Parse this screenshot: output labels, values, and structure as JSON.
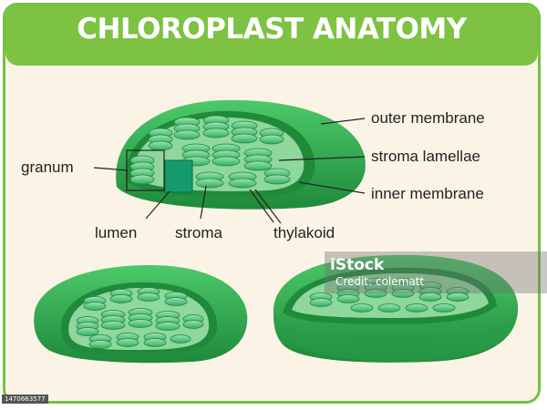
{
  "title": "CHLOROPLAST ANATOMY",
  "labels": {
    "outer_membrane": "outer membrane",
    "stroma_lamellae": "stroma lamellae",
    "inner_membrane": "inner membrane",
    "granum": "granum",
    "lumen": "lumen",
    "stroma": "stroma",
    "thylakoid": "thylakoid"
  },
  "watermark": {
    "brand": "iStock",
    "credit": "Credit: colematt",
    "stock_id": "1470663577"
  },
  "colors": {
    "title_bar": "#7dc242",
    "background": "#fbf4e6",
    "outer_membrane": "#2fa84f",
    "inner_membrane": "#1f8a3a",
    "stroma": "#8fd79c",
    "thylakoid": "#3cbf70",
    "thylakoid_highlight": "#b5ecc2"
  }
}
